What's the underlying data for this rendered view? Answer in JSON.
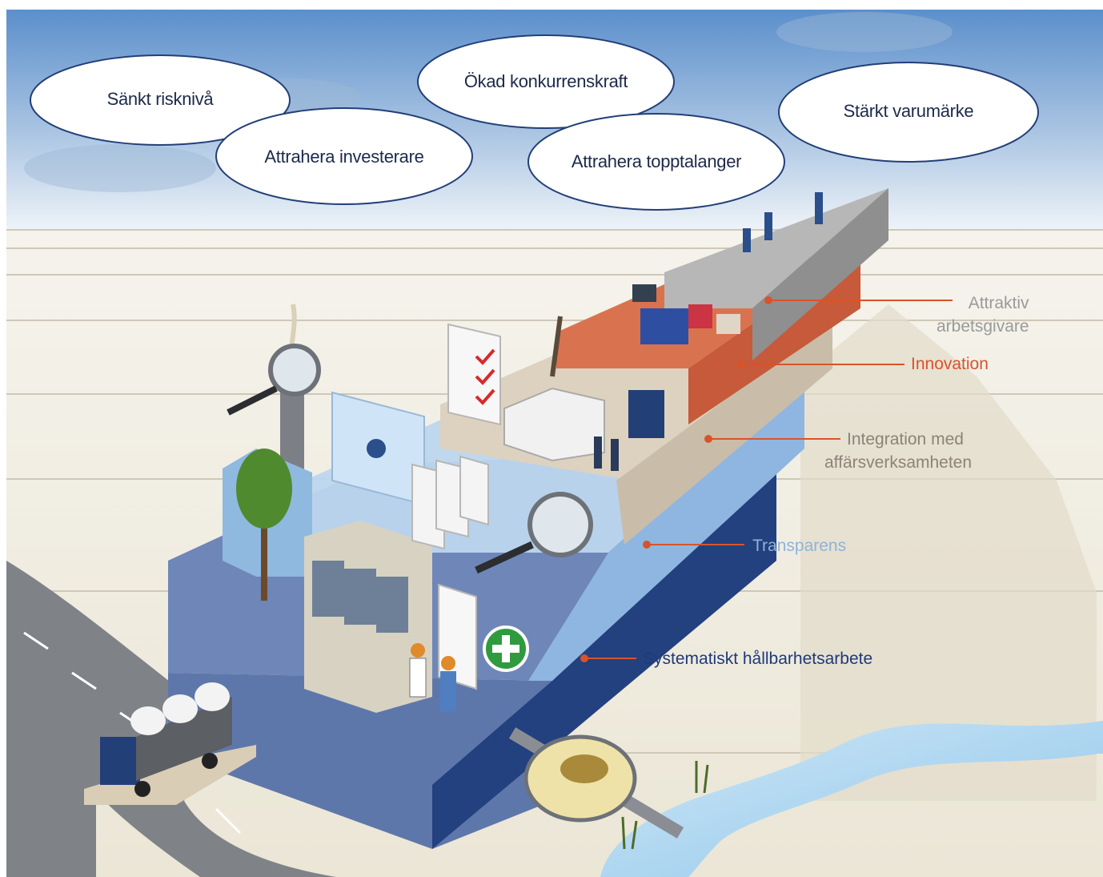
{
  "goals": [
    {
      "id": "risk",
      "label": "Sänkt risknivå"
    },
    {
      "id": "investors",
      "label": "Attrahera investerare"
    },
    {
      "id": "competitive",
      "label": "Ökad konkurrenskraft"
    },
    {
      "id": "talent",
      "label": "Attrahera topptalanger"
    },
    {
      "id": "brand",
      "label": "Stärkt varumärke"
    }
  ],
  "layers": [
    {
      "id": "attractive",
      "line1": "Attraktiv",
      "line2": "arbetsgivare",
      "color": "#9a9a9a"
    },
    {
      "id": "innovation",
      "line1": "Innovation",
      "line2": "",
      "color": "#d9532a"
    },
    {
      "id": "integration",
      "line1": "Integration med",
      "line2": "affärsverksamheten",
      "color": "#8c8378"
    },
    {
      "id": "transparency",
      "line1": "Transparens",
      "line2": "",
      "color": "#8fb3d9"
    },
    {
      "id": "systematic",
      "line1": "Systematiskt hållbarhetsarbete",
      "line2": "",
      "color": "#1d3a7a"
    }
  ],
  "colors": {
    "sky_top": "#5b8fcc",
    "sky_bottom": "#eef3f8",
    "ground": "#f2efe4",
    "grey_step": "#9c9c9c",
    "red_step": "#c65a3a",
    "beige_step": "#c9bda9",
    "blue_step": "#8fb6e0",
    "navy_step": "#23407f"
  },
  "icons": [
    "magnifier-icon",
    "chimney-icon",
    "tree-icon",
    "truck-icon",
    "factory-icon",
    "first-aid-icon",
    "checklist-icon",
    "documents-icon",
    "office-building-icon",
    "people-icon",
    "water-outlet-icon",
    "river-icon"
  ]
}
